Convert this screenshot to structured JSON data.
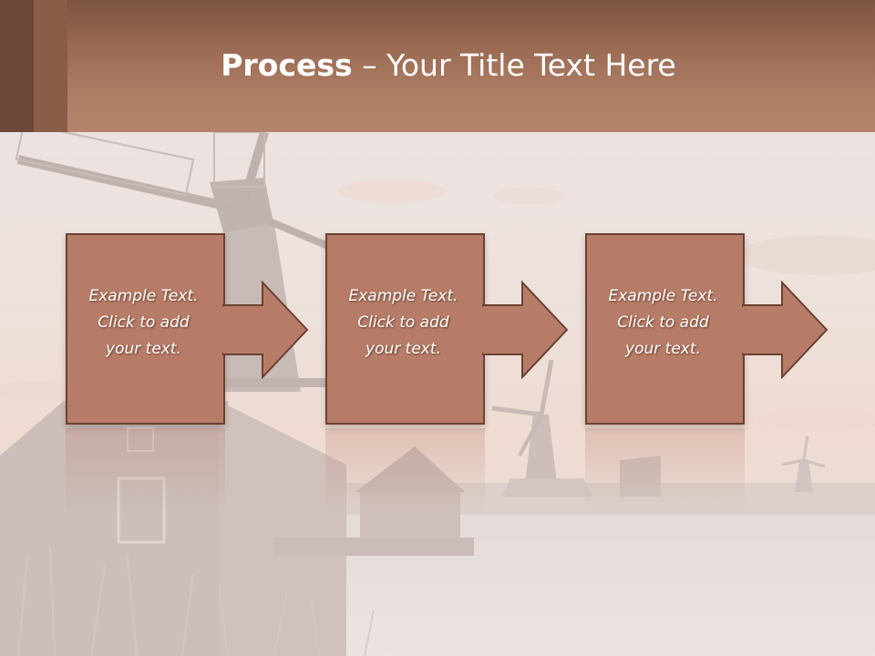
{
  "slide": {
    "title_bold": "Process",
    "title_rest": " – Your Title Text Here"
  },
  "steps": [
    {
      "text": "Example Text.\nClick  to add\nyour text."
    },
    {
      "text": "Example Text.\nClick  to add\nyour text."
    },
    {
      "text": "Example Text.\nClick  to add\nyour text."
    }
  ],
  "colors": {
    "header": "#b07f66",
    "box_fill": "#b77c67",
    "box_border": "#6a4232"
  }
}
